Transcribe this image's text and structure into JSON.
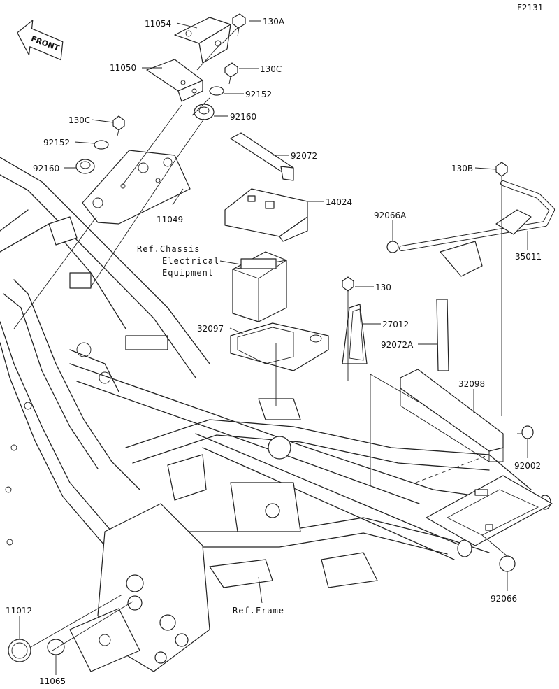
{
  "figure_code": "F2131",
  "front_arrow_text": "FRONT",
  "callouts": {
    "c11054": "11054",
    "c130A": "130A",
    "c11050": "11050",
    "c130C_top": "130C",
    "c92152_top": "92152",
    "c130C_left": "130C",
    "c92160_top": "92160",
    "c92152_left": "92152",
    "c92072": "92072",
    "c92160_left": "92160",
    "c130B": "130B",
    "c14024": "14024",
    "c11049": "11049",
    "c92066A": "92066A",
    "c35011": "35011",
    "c130": "130",
    "c27012": "27012",
    "c32097": "32097",
    "c92072A": "92072A",
    "c32098": "32098",
    "c92002": "92002",
    "c92066": "92066",
    "c11012": "11012",
    "c11065": "11065"
  },
  "references": {
    "chassis_line1": "Ref.Chassis",
    "chassis_line2": "Electrical",
    "chassis_line3": "Equipment",
    "frame": "Ref.Frame"
  }
}
